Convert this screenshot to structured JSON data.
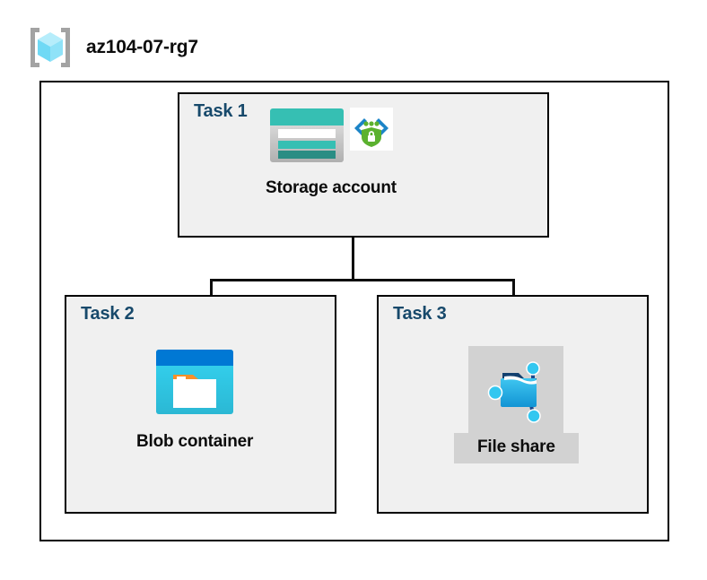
{
  "header": {
    "icon": "resource-group-icon",
    "title": "az104-07-rg7"
  },
  "boundary": {
    "name": "resource-group-boundary"
  },
  "tasks": [
    {
      "id": "task1",
      "label": "Task 1",
      "node": {
        "caption": "Storage account",
        "icons": [
          "storage-account-icon",
          "secure-endpoint-shield-icon"
        ]
      }
    },
    {
      "id": "task2",
      "label": "Task 2",
      "node": {
        "caption": "Blob container",
        "icons": [
          "blob-container-icon"
        ]
      }
    },
    {
      "id": "task3",
      "label": "Task 3",
      "node": {
        "caption": "File share",
        "icons": [
          "file-share-icon"
        ]
      }
    }
  ],
  "connectors": [
    {
      "name": "storage-to-branch-trunk"
    },
    {
      "name": "branch-bus"
    },
    {
      "name": "branch-to-blob-container"
    },
    {
      "name": "branch-to-file-share"
    }
  ],
  "colors": {
    "task_label": "#17496b",
    "box_fill": "#f0f0f0",
    "box_border": "#000000",
    "canvas": "#ffffff",
    "storage_teal": "#36bfb3",
    "storage_teal_dark": "#2a8d84",
    "blob_blue": "#0078d4",
    "blob_cyan": "#32d0ef",
    "blob_orange": "#f79029",
    "fileshare_blue": "#31b4e8",
    "fileshare_node": "#33c7f0",
    "shield_green": "#5bb12f",
    "bracket_gray": "#a3a3a3",
    "cube_cyan": "#9fe8fb",
    "plate_gray": "#d2d2d2"
  }
}
